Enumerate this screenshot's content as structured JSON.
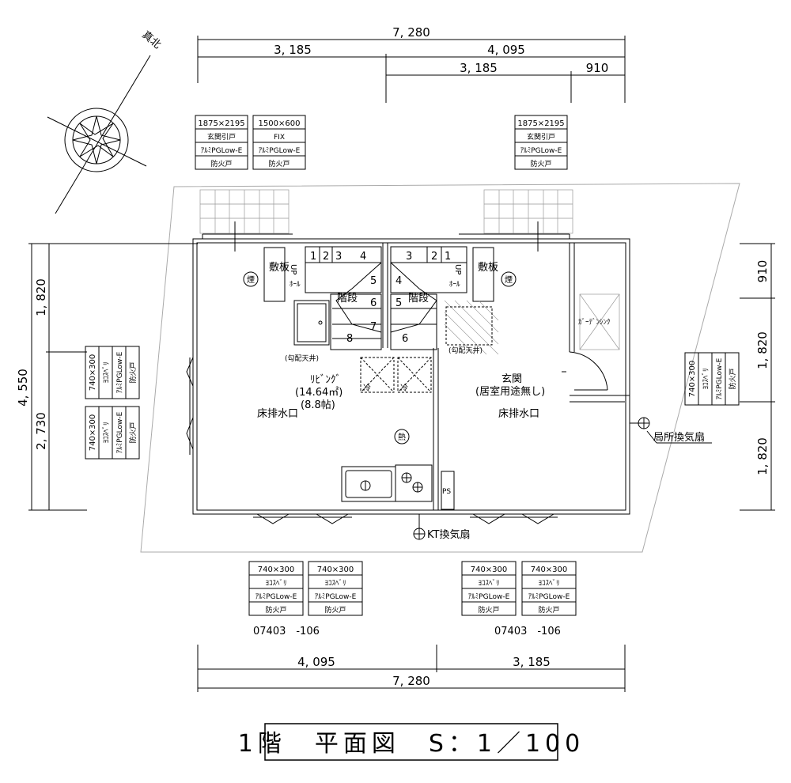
{
  "north_label": "真北",
  "dims_top": {
    "total": "7, 280",
    "left": "3, 185",
    "right": "4, 095",
    "right_sub": "3, 185",
    "right_end": "910"
  },
  "dims_bottom": {
    "left": "4, 095",
    "right": "3, 185",
    "total": "7, 280"
  },
  "dims_left": {
    "total": "4, 550",
    "upper": "1, 820",
    "lower": "2, 730"
  },
  "dims_right": {
    "top": "910",
    "mid": "1, 820",
    "bottom": "1, 820"
  },
  "window_tags": {
    "top_left_1": [
      "1875×2195",
      "玄関引戸",
      "ｱﾙﾐPGLow-E",
      "防火戸"
    ],
    "top_left_2": [
      "1500×600",
      "FIX",
      "ｱﾙﾐPGLow-E",
      "防火戸"
    ],
    "top_right": [
      "1875×2195",
      "玄関引戸",
      "ｱﾙﾐPGLow-E",
      "防火戸"
    ],
    "left_upper": [
      "740×300",
      "ﾖｺｽﾍﾞﾘ",
      "ｱﾙﾐPGLow-E",
      "防火戸"
    ],
    "left_lower": [
      "740×300",
      "ﾖｺｽﾍﾞﾘ",
      "ｱﾙﾐPGLow-E",
      "防火戸"
    ],
    "right": [
      "740×300",
      "ﾖｺｽﾍﾞﾘ",
      "ｱﾙﾐPGLow-E",
      "防火戸"
    ],
    "bottom_1": [
      "740×300",
      "ﾖｺｽﾍﾞﾘ",
      "ｱﾙﾐPGLow-E",
      "防火戸"
    ],
    "bottom_2": [
      "740×300",
      "ﾖｺｽﾍﾞﾘ",
      "ｱﾙﾐPGLow-E",
      "防火戸"
    ],
    "bottom_3": [
      "740×300",
      "ﾖｺｽﾍﾞﾘ",
      "ｱﾙﾐPGLow-E",
      "防火戸"
    ],
    "bottom_4": [
      "740×300",
      "ﾖｺｽﾍﾞﾘ",
      "ｱﾙﾐPGLow-E",
      "防火戸"
    ]
  },
  "product_codes": {
    "left": "07403　-106",
    "right": "07403　-106"
  },
  "rooms": {
    "living_name": "ﾘﾋﾞﾝｸﾞ",
    "living_area": "(14.64㎡)",
    "living_tatami": "(8.8帖)",
    "entrance_name": "玄関",
    "entrance_note": "(居室用途無し)",
    "floor_drain_1": "床排水口",
    "floor_drain_2": "床排水口",
    "sloped_ceiling_1": "(勾配天井)",
    "sloped_ceiling_2": "(勾配天井)",
    "stairs_1": "階段",
    "stairs_2": "階段",
    "hall_1": "ﾎｰﾙ",
    "hall_2": "ﾎｰﾙ",
    "up_1": "UP",
    "up_2": "UP",
    "board_1": "敷板",
    "board_2": "敷板",
    "smoke_1": "煙",
    "smoke_2": "煙",
    "heat": "熱",
    "fridge_1": "冷",
    "fridge_2": "冷",
    "garden_sink": "ｶﾞｰﾃﾞﾝｼﾝｸ",
    "ps": "PS",
    "local_fan": "局所換気扇",
    "kt_fan": "KT換気扇"
  },
  "stair_numbers_1": [
    "1",
    "2",
    "3",
    "4",
    "5",
    "6",
    "7",
    "8"
  ],
  "stair_numbers_2": [
    "3",
    "2",
    "1",
    "4",
    "5",
    "6"
  ],
  "title": "1階　平面図　S：1／100"
}
